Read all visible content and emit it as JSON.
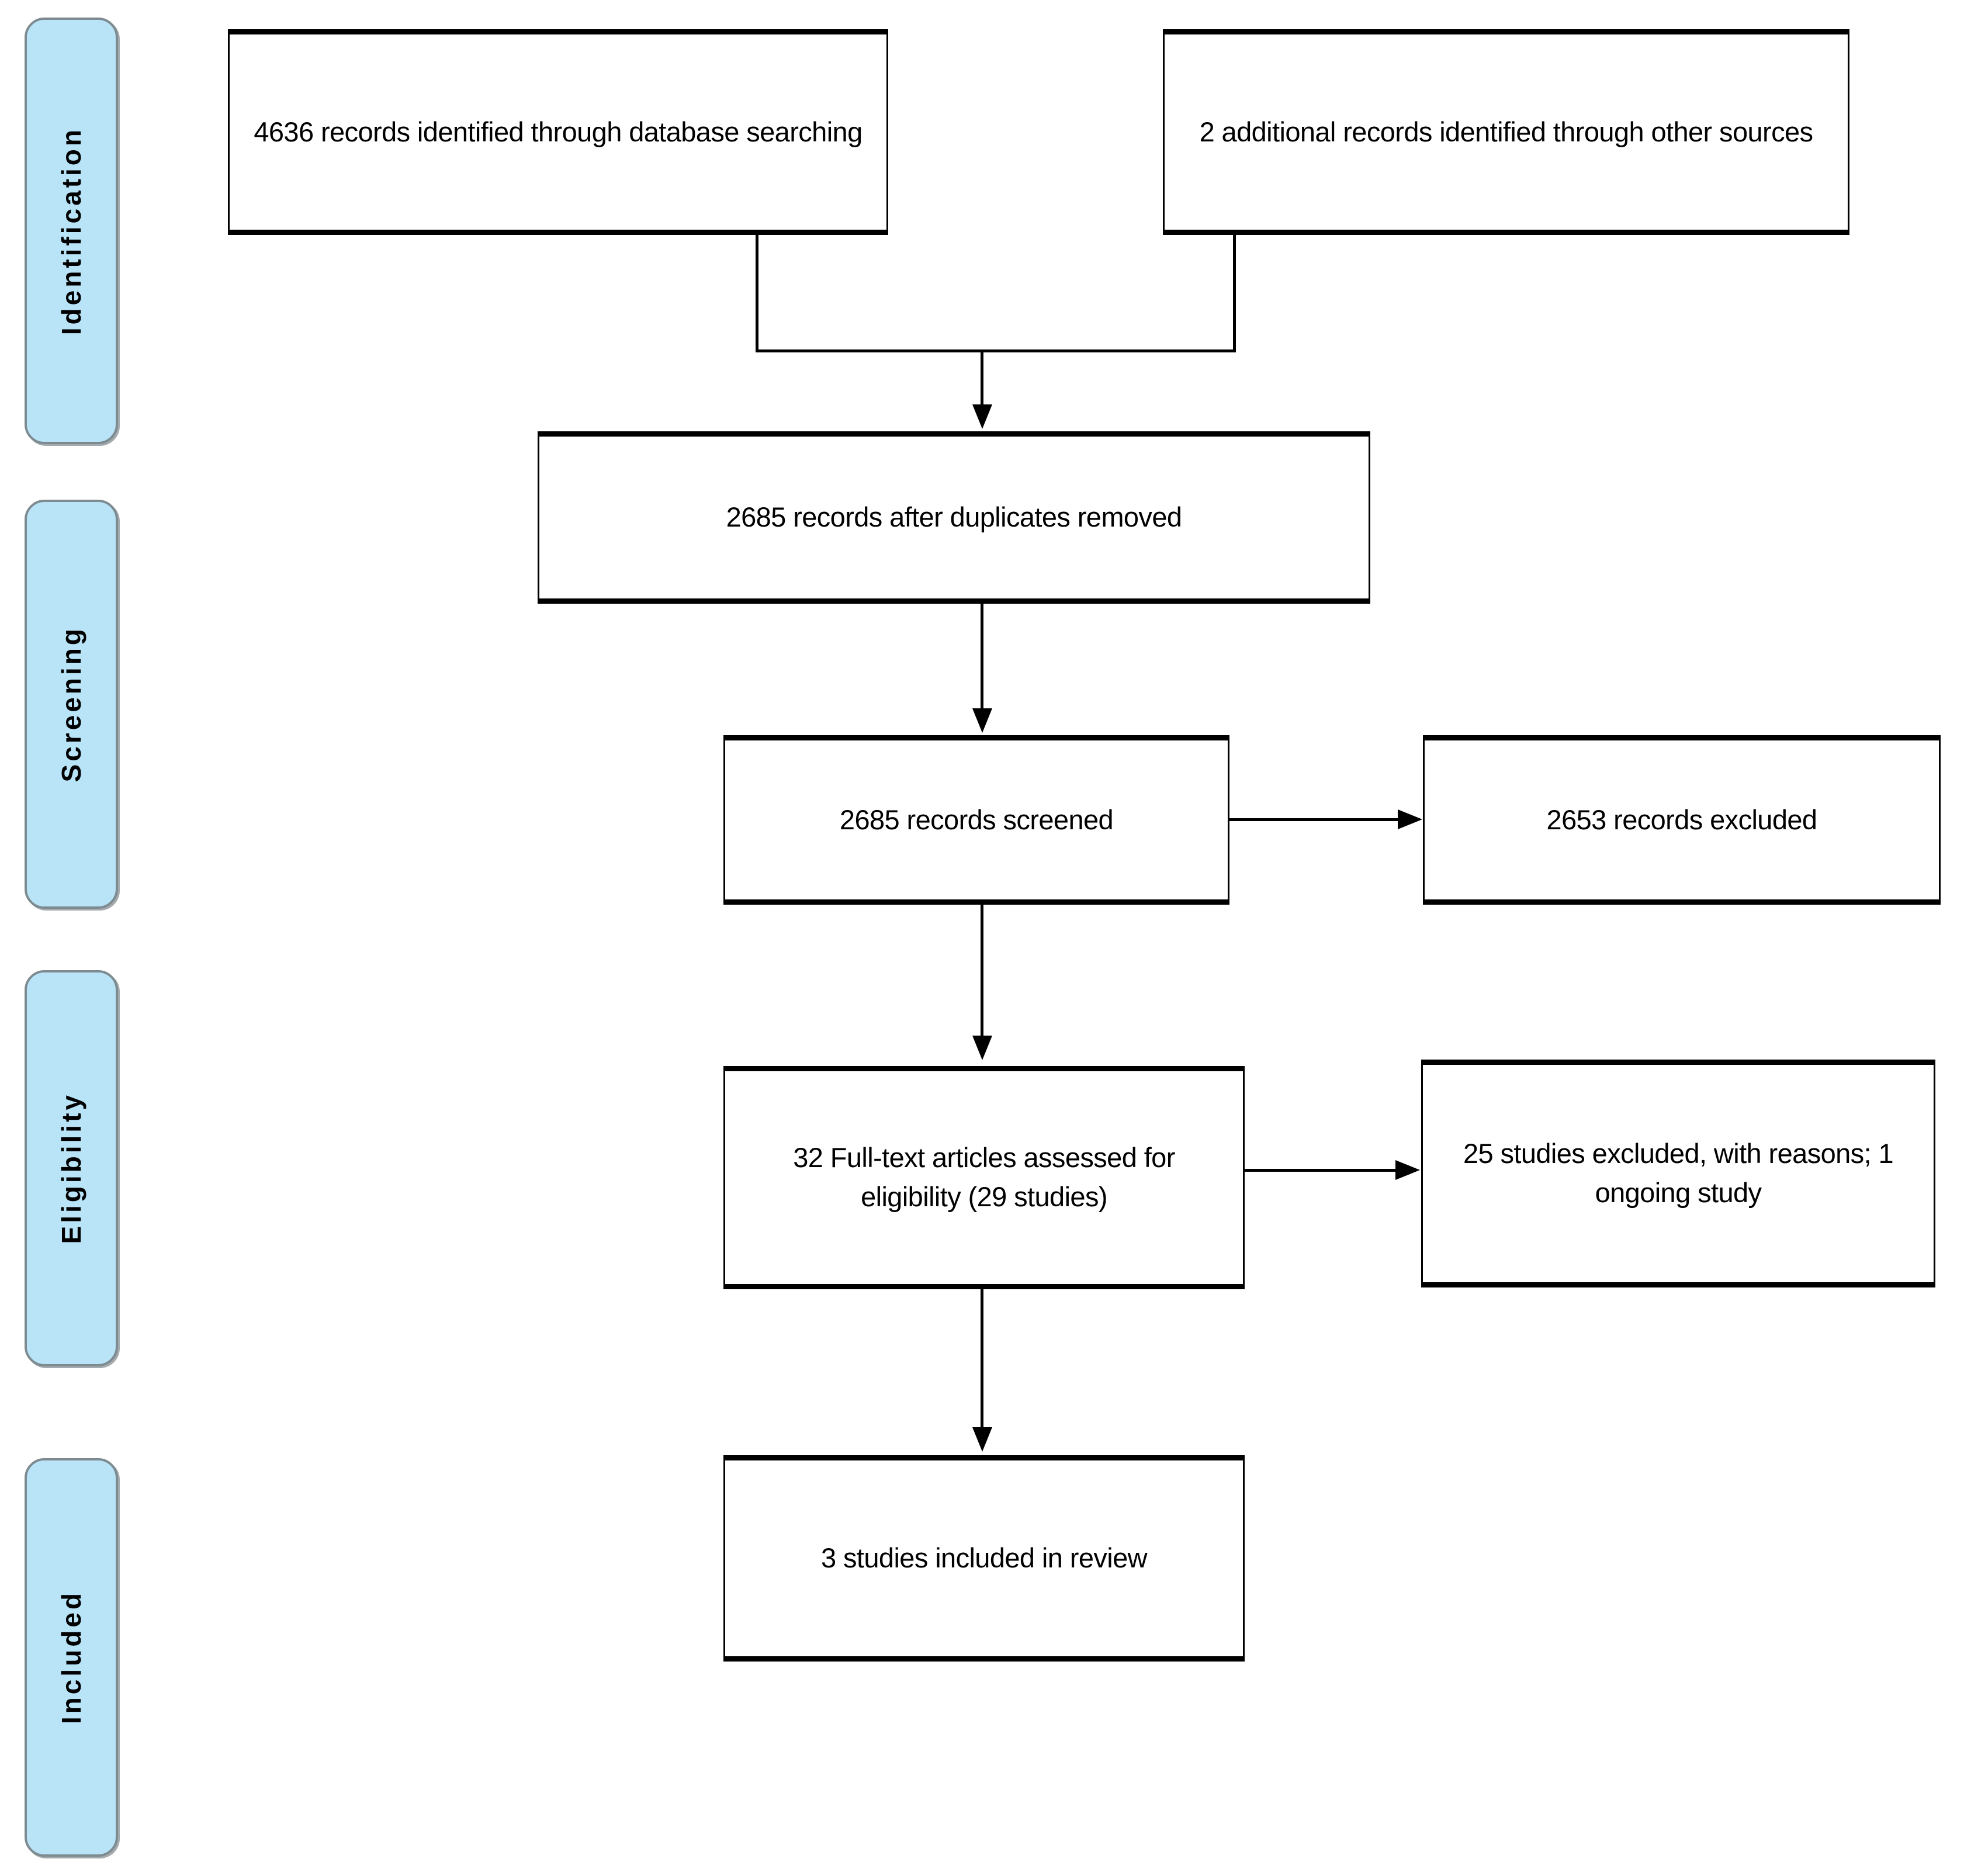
{
  "diagram": {
    "type": "PRISMA flow diagram",
    "phases": [
      {
        "id": "identification",
        "label": "Identification"
      },
      {
        "id": "screening",
        "label": "Screening"
      },
      {
        "id": "eligibility",
        "label": "Eligibility"
      },
      {
        "id": "included",
        "label": "Included"
      }
    ],
    "boxes": [
      {
        "id": "records-identified-database",
        "text": "4636  records identified through database searching",
        "count": 4636
      },
      {
        "id": "records-identified-other",
        "text": "2 additional records identified through other sources",
        "count": 2
      },
      {
        "id": "records-after-duplicates",
        "text": "2685  records after duplicates removed",
        "count": 2685
      },
      {
        "id": "records-screened",
        "text": "2685  records screened",
        "count": 2685
      },
      {
        "id": "records-excluded",
        "text": "2653  records excluded",
        "count": 2653
      },
      {
        "id": "fulltext-assessed",
        "text": "32 Full-text articles assessed for eligibility (29 studies)",
        "count": 32
      },
      {
        "id": "studies-excluded",
        "text": "25 studies excluded, with reasons; 1 ongoing study",
        "count": 25
      },
      {
        "id": "studies-included",
        "text": "3 studies included in review",
        "count": 3
      }
    ],
    "colors": {
      "phase_fill": "#b9e4f8",
      "phase_border": "#7d8b90",
      "box_border": "#000000",
      "background": "#ffffff",
      "text": "#000000"
    }
  }
}
